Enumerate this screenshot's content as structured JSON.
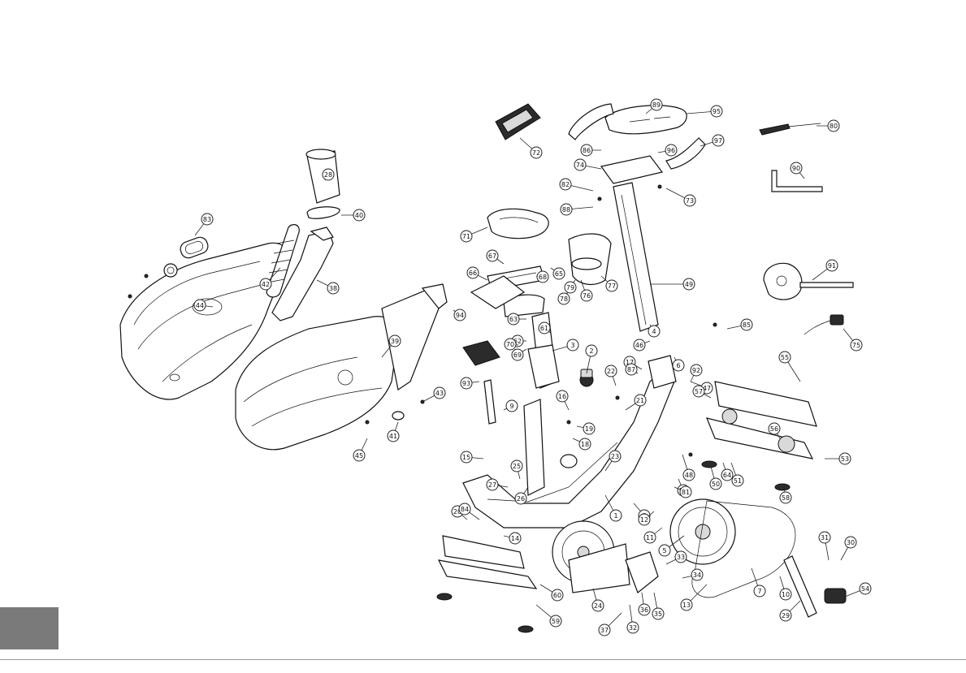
{
  "diagram": {
    "title": "",
    "callouts": [
      "1",
      "2",
      "3",
      "4",
      "5",
      "6",
      "7",
      "8",
      "9",
      "10",
      "11",
      "12",
      "13",
      "14",
      "15",
      "16",
      "17",
      "18",
      "19",
      "20",
      "21",
      "22",
      "23",
      "24",
      "25",
      "26",
      "27",
      "28",
      "29",
      "30",
      "31",
      "32",
      "33",
      "34",
      "35",
      "36",
      "37",
      "38",
      "39",
      "40",
      "41",
      "42",
      "43",
      "44",
      "45",
      "46",
      "47",
      "48",
      "49",
      "50",
      "51",
      "52",
      "53",
      "54",
      "55",
      "56",
      "57",
      "58",
      "59",
      "60",
      "61",
      "62",
      "63",
      "64",
      "65",
      "66",
      "67",
      "68",
      "69",
      "70",
      "71",
      "72",
      "73",
      "74",
      "75",
      "76",
      "77",
      "78",
      "79",
      "80",
      "81",
      "82",
      "83",
      "84",
      "85",
      "86",
      "87",
      "88",
      "89",
      "90",
      "91",
      "92",
      "93",
      "94",
      "95",
      "96",
      "97"
    ]
  },
  "page_tab_color": "#7a7a7a"
}
